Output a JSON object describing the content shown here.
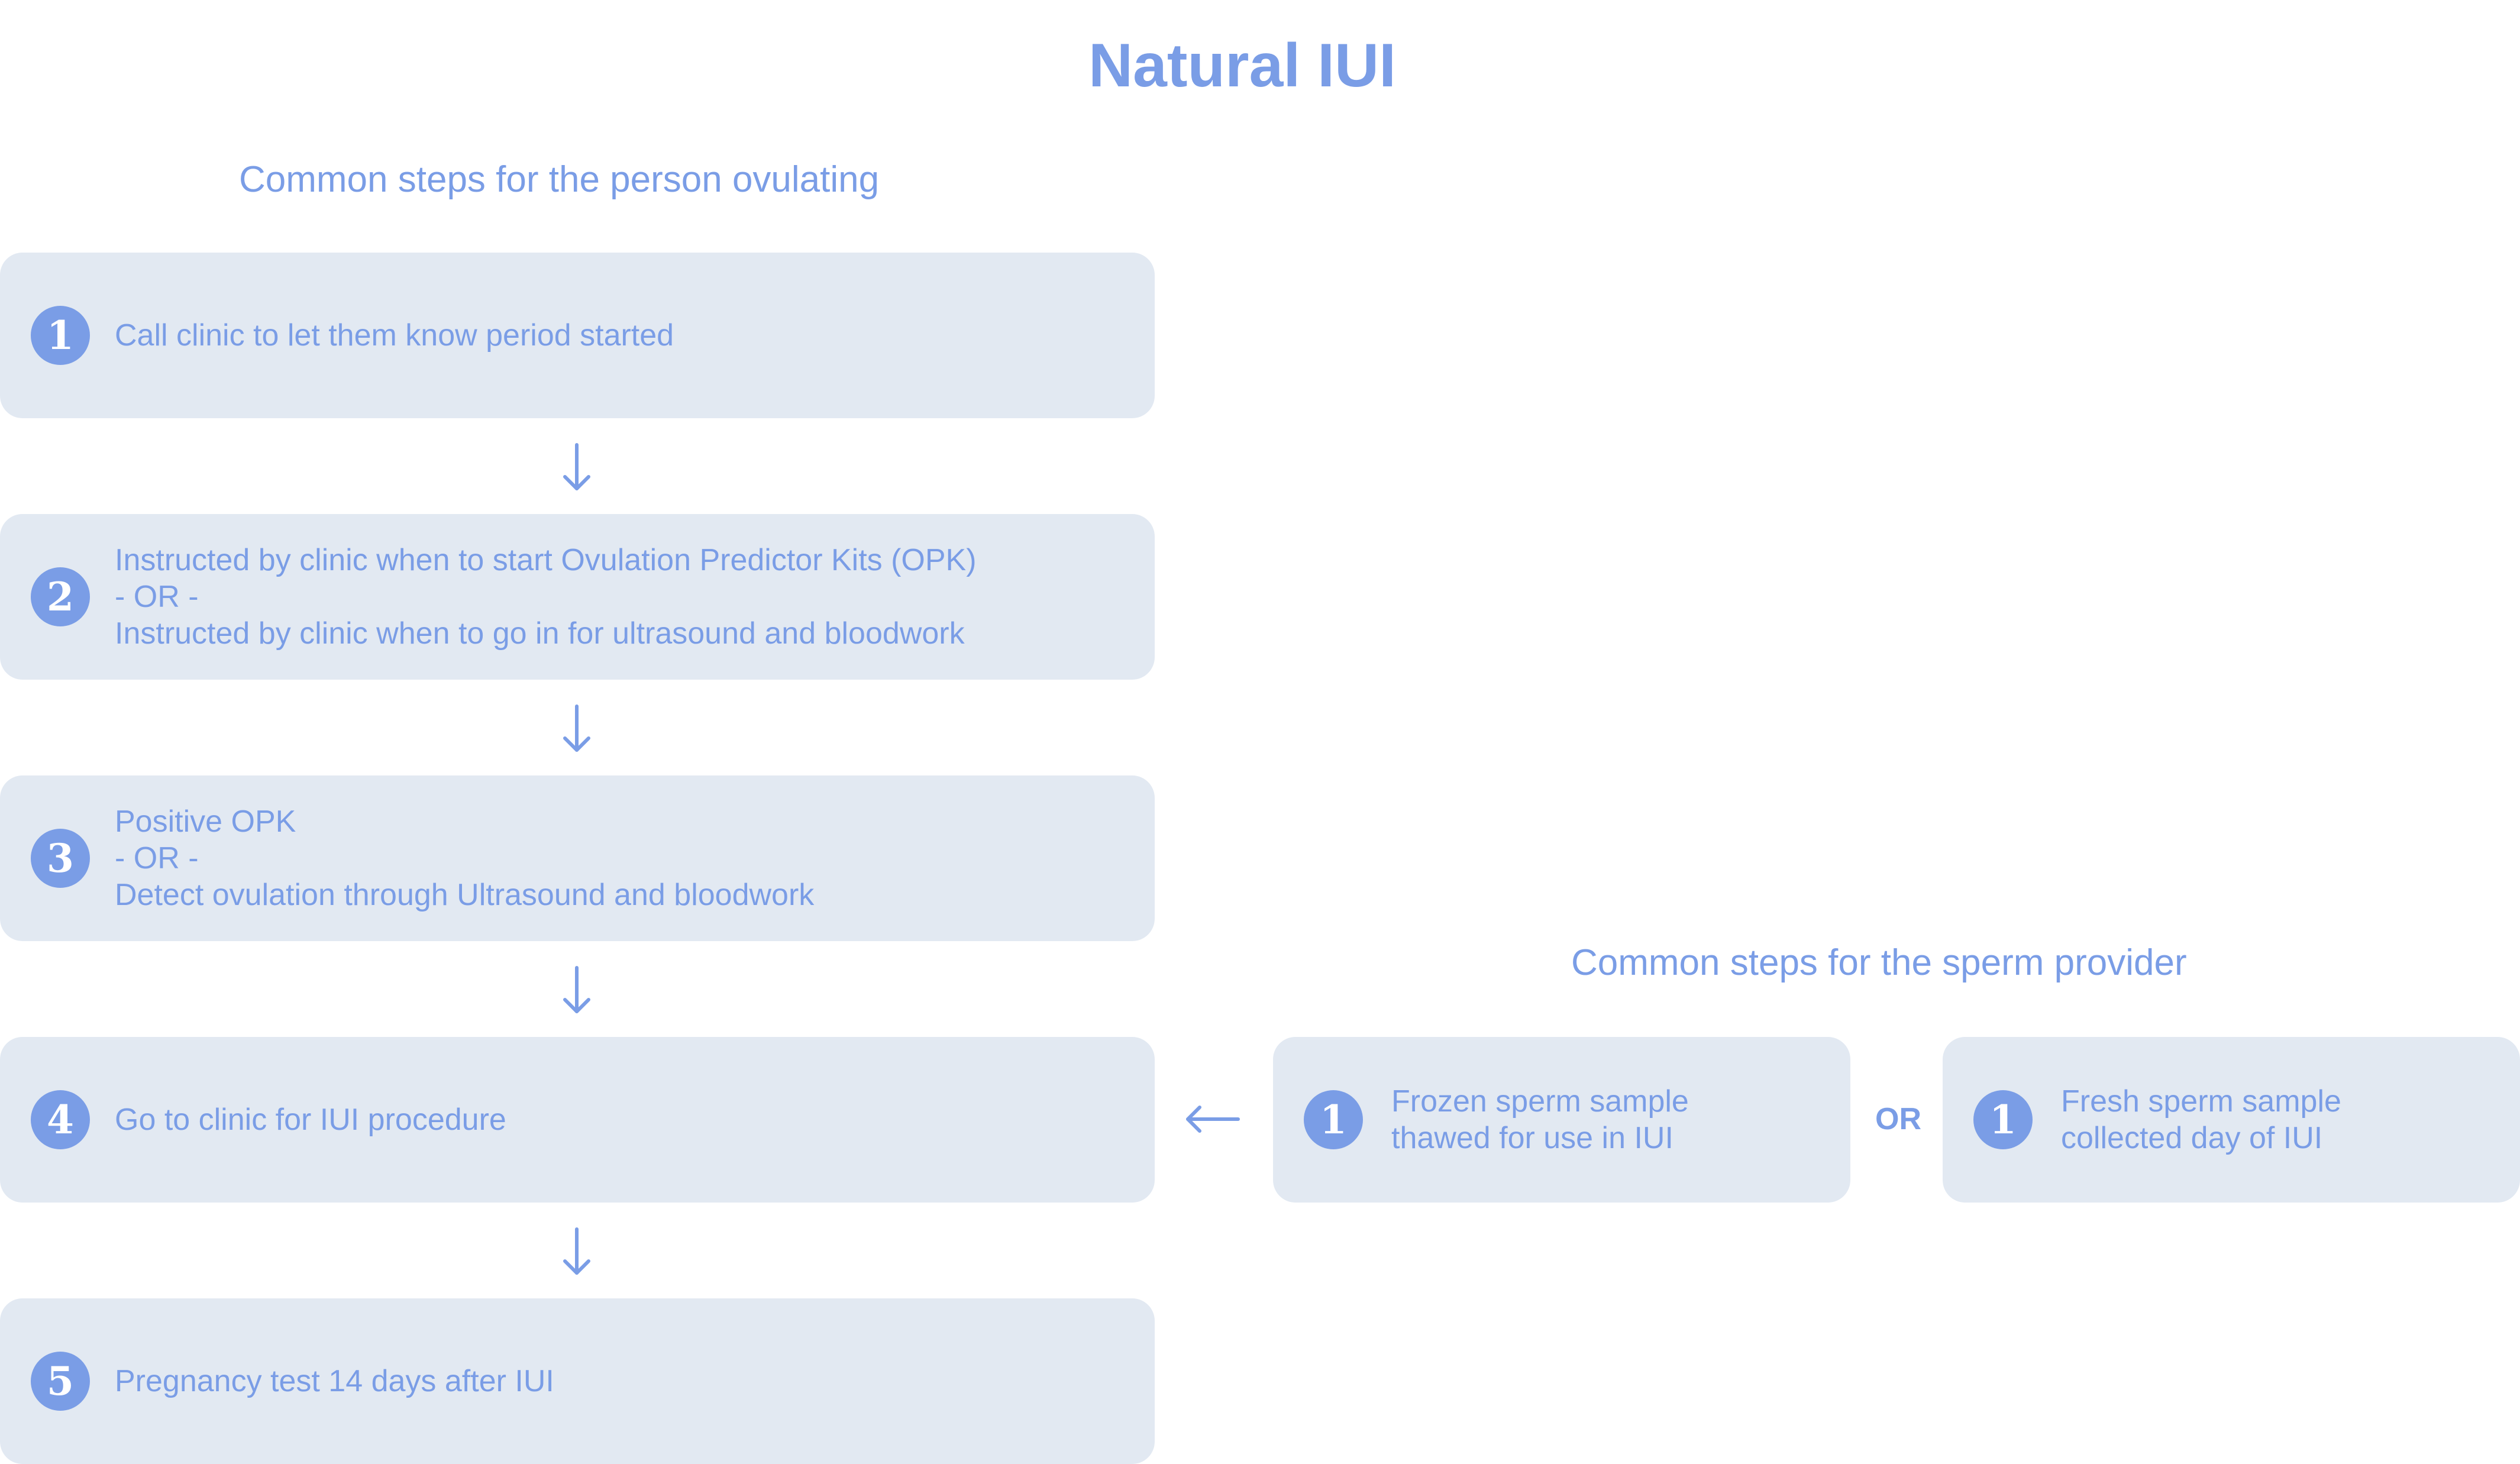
{
  "title": "Natural IUI",
  "ovulating": {
    "heading": "Common steps for the person ovulating",
    "steps": [
      {
        "number": "1",
        "lines": [
          "Call clinic to let them know period started"
        ]
      },
      {
        "number": "2",
        "lines": [
          "Instructed by clinic when to start Ovulation Predictor Kits (OPK)",
          "- OR -",
          "Instructed by clinic when to go in for ultrasound and bloodwork"
        ]
      },
      {
        "number": "3",
        "lines": [
          "Positive OPK",
          "- OR -",
          "Detect ovulation through Ultrasound and bloodwork"
        ]
      },
      {
        "number": "4",
        "lines": [
          "Go to clinic for IUI procedure"
        ]
      },
      {
        "number": "5",
        "lines": [
          "Pregnancy test 14 days after IUI"
        ]
      }
    ]
  },
  "sperm": {
    "heading": "Common steps for the sperm provider",
    "or_label": "OR",
    "options": [
      {
        "number": "1",
        "lines": [
          "Frozen sperm sample",
          "thawed for use in IUI"
        ]
      },
      {
        "number": "1",
        "lines": [
          "Fresh sperm sample",
          "collected day of IUI"
        ]
      }
    ]
  },
  "colors": {
    "accent": "#7a9de6",
    "box_fill": "#e2e9f2",
    "background": "#ffffff"
  }
}
